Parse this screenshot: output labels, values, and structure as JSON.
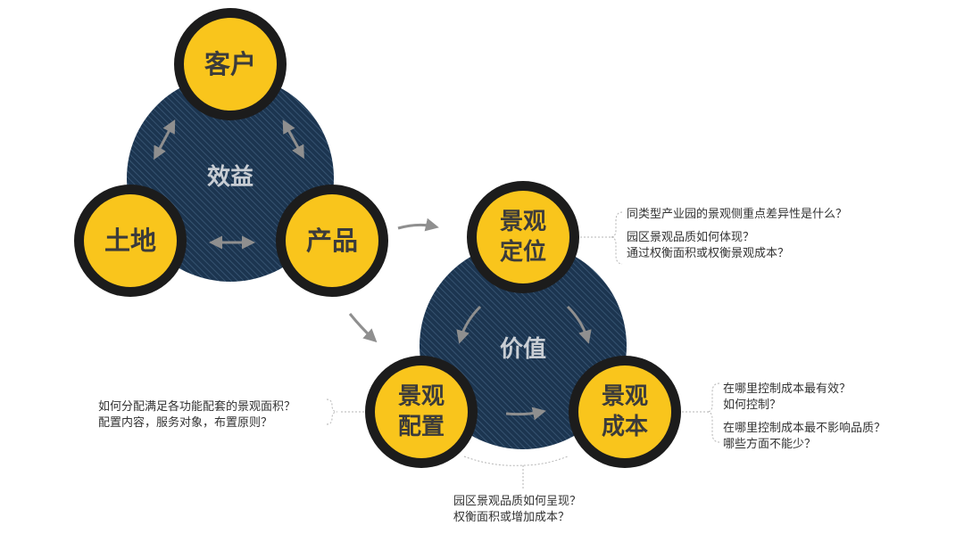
{
  "colors": {
    "hatch_fill": "#1c3550",
    "hatch_line": "#3c5a78",
    "ring": "#1c1c1c",
    "node_fill": "#f9c51c",
    "node_text": "#3b3b3b",
    "center_text": "#c9ced4",
    "arrow": "#8f8f8f",
    "leader": "#b5b5b5"
  },
  "cluster_left": {
    "center_label": "效益",
    "nodes": {
      "top": "客户",
      "left": "土地",
      "right": "产品"
    }
  },
  "cluster_right": {
    "center_label": "价值",
    "nodes": {
      "top": [
        "景观",
        "定位"
      ],
      "left": [
        "景观",
        "配置"
      ],
      "right": [
        "景观",
        "成本"
      ]
    }
  },
  "notes": {
    "positioning": {
      "line1": "同类型产业园的景观侧重点差异性是什么？",
      "line2": "园区景观品质如何体现？",
      "line3": "通过权衡面积或权衡景观成本？"
    },
    "configuration": {
      "line1": "如何分配满足各功能配套的景观面积？",
      "line2": "配置内容，服务对象，布置原则？"
    },
    "cost": {
      "line1": "在哪里控制成本最有效？",
      "line2": "如何控制？",
      "line3": "在哪里控制成本最不影响品质？",
      "line4": "哪些方面不能少？"
    },
    "quality": {
      "line1": "园区景观品质如何呈现？",
      "line2": "权衡面积或增加成本？"
    }
  }
}
